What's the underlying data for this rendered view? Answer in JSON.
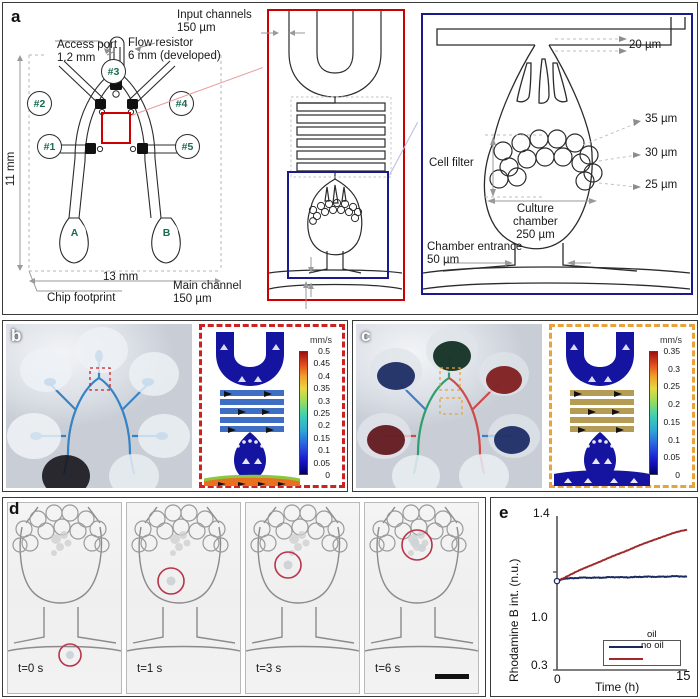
{
  "figure": {
    "panels": [
      "a",
      "b",
      "c",
      "d",
      "e"
    ]
  },
  "panel_a": {
    "label": "a",
    "annotations": {
      "access_port": "Access port\n1.2 mm",
      "flow_resistor": "Flow resistor\n6 mm (developed)",
      "input_channels": "Input channels\n150 µm",
      "main_channel": "Main channel\n150 µm",
      "chip_footprint": "Chip footprint",
      "height_dim": "11 mm",
      "width_dim": "13 mm"
    },
    "ports": [
      "#1",
      "#2",
      "#3",
      "#4",
      "#5"
    ],
    "outlets": [
      "A",
      "B"
    ],
    "inset_labels": {
      "constriction": "20 µm",
      "filter_35": "35 µm",
      "filter_30": "30 µm",
      "filter_25": "25 µm",
      "cell_filter": "Cell filter",
      "culture_chamber": "Culture\nchamber\n250 µm",
      "chamber_entrance": "Chamber entrance\n50 µm"
    },
    "colors": {
      "red_box": "#cc0000",
      "blue_box": "#1a1a8c",
      "port_text": "#1b6b52"
    }
  },
  "panel_b": {
    "label": "b",
    "colorbar": {
      "unit": "mm/s",
      "ticks": [
        "0.5",
        "0.45",
        "0.4",
        "0.35",
        "0.3",
        "0.25",
        "0.2",
        "0.15",
        "0.1",
        "0.05",
        "0"
      ],
      "min": 0,
      "max": 0.5
    },
    "border_color": "#cc2222"
  },
  "panel_c": {
    "label": "c",
    "colorbar": {
      "unit": "mm/s",
      "ticks": [
        "0.35",
        "0.3",
        "0.25",
        "0.2",
        "0.15",
        "0.1",
        "0.05",
        "0"
      ],
      "min": 0,
      "max": 0.35
    },
    "border_color": "#e8a33d"
  },
  "panel_d": {
    "label": "d",
    "frames": [
      {
        "time": "t=0 s"
      },
      {
        "time": "t=1 s"
      },
      {
        "time": "t=3 s"
      },
      {
        "time": "t=6 s"
      }
    ]
  },
  "panel_e": {
    "label": "e",
    "legend": [
      {
        "name": "oil",
        "color": "#1b2a5e"
      },
      {
        "name": "no oil",
        "color": "#a02828"
      }
    ]
  },
  "chart_data": {
    "type": "line",
    "title": "",
    "xlabel": "Time (h)",
    "ylabel": "Rhodamine B int. (n.u.)",
    "xlim": [
      0,
      15
    ],
    "ylim": [
      0.3,
      1.4
    ],
    "xticks": [
      "0",
      "15"
    ],
    "yticks": [
      "0.3",
      "1.0",
      "1.4"
    ],
    "grid": false,
    "legend_position": "bottom-right",
    "x": [
      0,
      0.75,
      1.5,
      2.25,
      3,
      3.75,
      4.5,
      5.25,
      6,
      6.75,
      7.5,
      8.25,
      9,
      9.75,
      10.5,
      11.25,
      12,
      12.75,
      13.5,
      14.25,
      15
    ],
    "series": [
      {
        "name": "oil",
        "color": "#1b2a5e",
        "values": [
          0.935,
          0.952,
          0.957,
          0.955,
          0.96,
          0.958,
          0.962,
          0.959,
          0.963,
          0.961,
          0.964,
          0.962,
          0.966,
          0.963,
          0.967,
          0.965,
          0.969,
          0.966,
          0.97,
          0.967,
          0.968
        ]
      },
      {
        "name": "no oil",
        "color": "#a02828",
        "values": [
          0.935,
          0.957,
          0.98,
          1.002,
          1.023,
          1.043,
          1.063,
          1.082,
          1.101,
          1.12,
          1.139,
          1.158,
          1.178,
          1.196,
          1.213,
          1.231,
          1.248,
          1.264,
          1.279,
          1.292,
          1.302
        ]
      }
    ]
  }
}
